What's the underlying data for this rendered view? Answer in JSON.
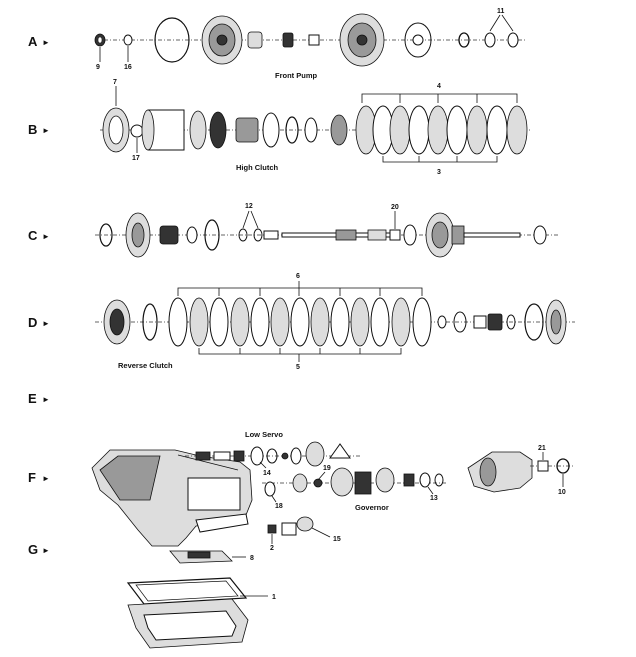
{
  "rows": [
    {
      "letter": "A"
    },
    {
      "letter": "B"
    },
    {
      "letter": "C"
    },
    {
      "letter": "D"
    },
    {
      "letter": "E"
    },
    {
      "letter": "F"
    },
    {
      "letter": "G"
    }
  ],
  "arrow_glyph": "►",
  "captions": {
    "front_pump": "Front Pump",
    "high_clutch": "High Clutch",
    "reverse_clutch": "Reverse Clutch",
    "low_servo": "Low Servo",
    "governor": "Governor"
  },
  "callouts": {
    "a_9": "9",
    "a_16": "16",
    "a_11": "11",
    "b_7": "7",
    "b_17": "17",
    "b_4": "4",
    "b_3": "3",
    "c_12": "12",
    "c_20": "20",
    "d_6_top": "6",
    "d_5": "5",
    "f_14": "14",
    "f_19": "19",
    "f_18": "18",
    "f_13": "13",
    "f_2": "2",
    "f_15": "15",
    "f_21": "21",
    "f_10": "10",
    "g_8": "8",
    "g_1": "1"
  }
}
